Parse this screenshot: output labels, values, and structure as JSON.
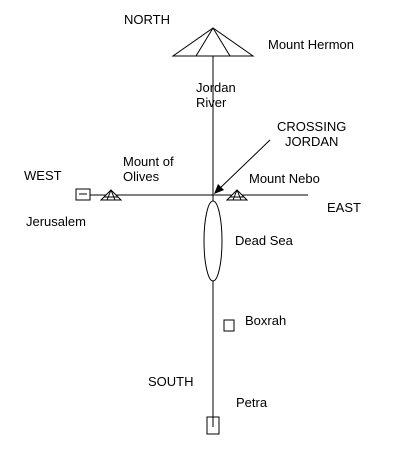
{
  "directions": {
    "north": "NORTH",
    "south": "SOUTH",
    "east": "EAST",
    "west": "WEST"
  },
  "places": {
    "mount_hermon": "Mount Hermon",
    "jordan_river_line1": "Jordan",
    "jordan_river_line2": "River",
    "crossing_line1": "CROSSING",
    "crossing_line2": "JORDAN",
    "mount_of_olives_line1": "Mount of",
    "mount_of_olives_line2": "Olives",
    "mount_nebo": "Mount Nebo",
    "jerusalem": "Jerusalem",
    "dead_sea": "Dead Sea",
    "boxrah": "Boxrah",
    "petra": "Petra"
  },
  "icons": {
    "mountain": "mountain-icon",
    "city": "city-icon",
    "arrow": "arrow-icon"
  },
  "colors": {
    "ink": "#000000",
    "background": "#ffffff"
  }
}
